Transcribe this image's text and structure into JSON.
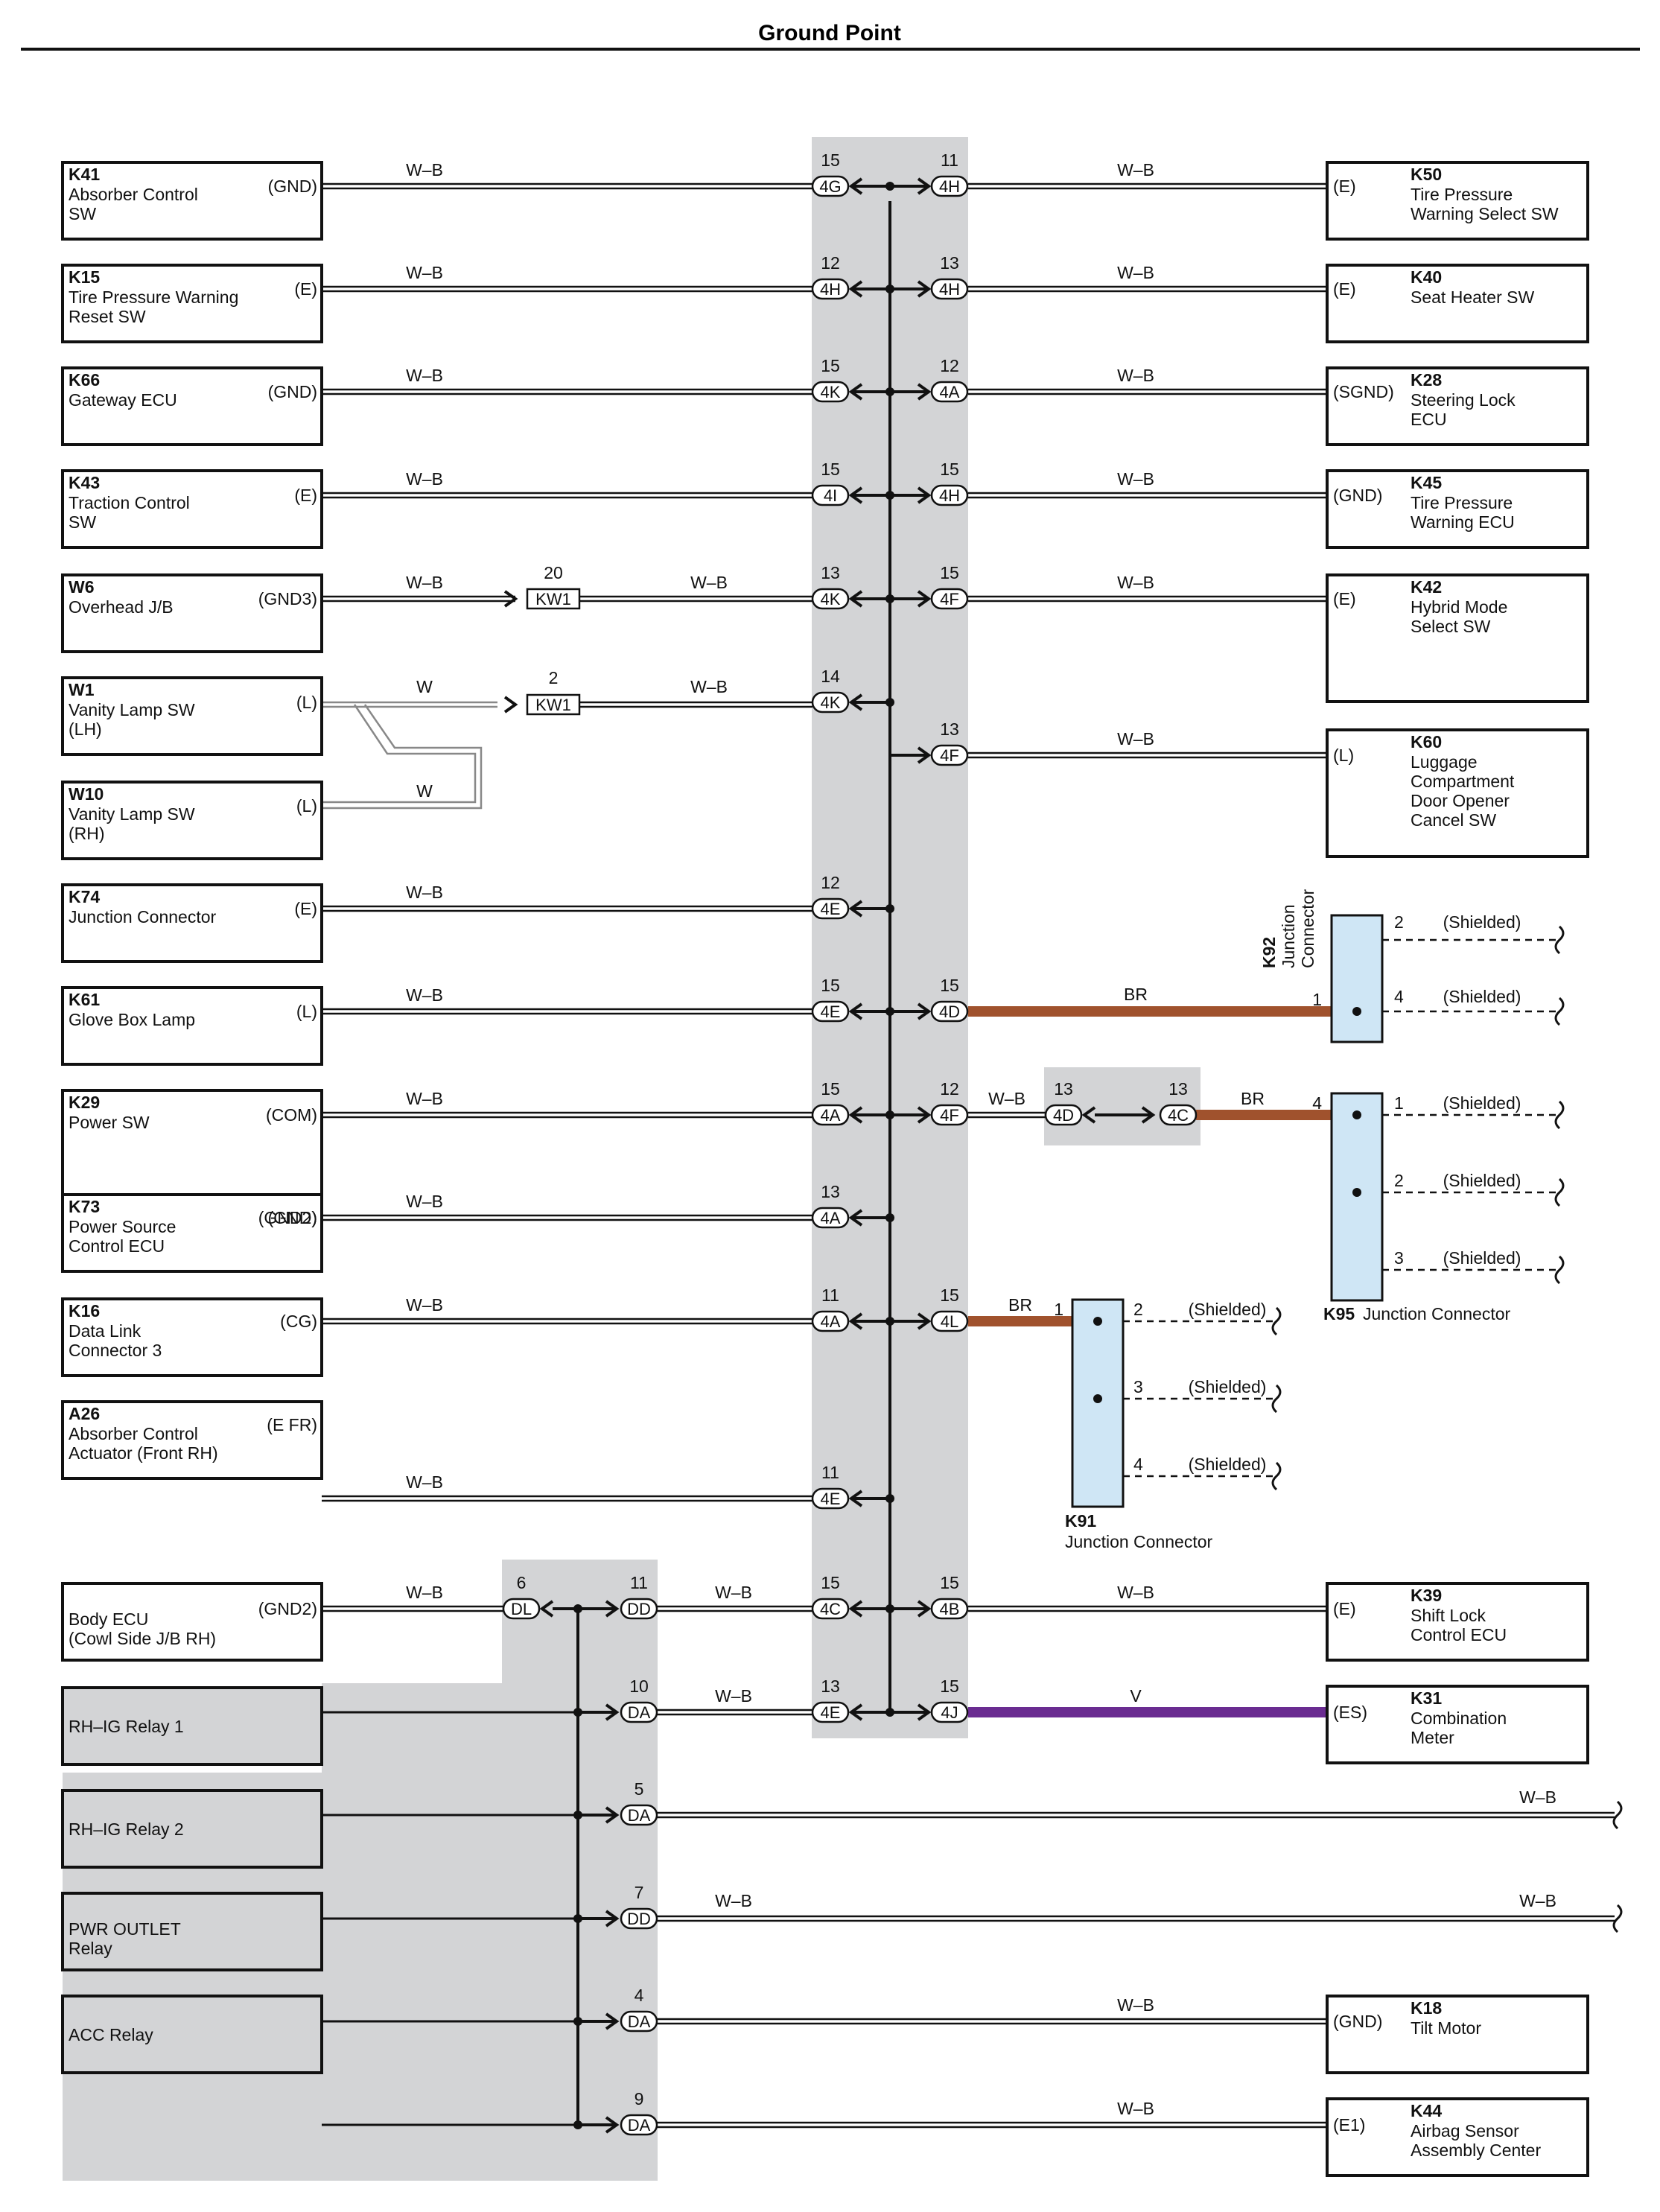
{
  "title": "Ground Point",
  "colors": {
    "band": "#d3d4d6",
    "box_blue": "#cfe6f5",
    "wire_br": "#a0522d",
    "wire_v": "#6a2c91"
  },
  "left_components": [
    {
      "code": "K41",
      "name": [
        "Absorber Control",
        "SW"
      ],
      "pin": "(GND)",
      "wire": "W–B",
      "shaded": false
    },
    {
      "code": "K15",
      "name": [
        "Tire Pressure Warning",
        "Reset SW"
      ],
      "pin": "(E)",
      "wire": "W–B",
      "shaded": false
    },
    {
      "code": "K66",
      "name": [
        "Gateway ECU"
      ],
      "pin": "(GND)",
      "wire": "W–B",
      "shaded": false
    },
    {
      "code": "K43",
      "name": [
        "Traction Control",
        "SW"
      ],
      "pin": "(E)",
      "wire": "W–B",
      "shaded": false
    },
    {
      "code": "W6",
      "name": [
        "Overhead J/B"
      ],
      "pin": "(GND3)",
      "wire": "W–B",
      "shaded": false
    },
    {
      "code": "W1",
      "name": [
        "Vanity Lamp SW",
        "(LH)"
      ],
      "pin": "(L)",
      "wire": "W",
      "shaded": false
    },
    {
      "code": "W10",
      "name": [
        "Vanity Lamp SW",
        "(RH)"
      ],
      "pin": "(L)",
      "wire": "W",
      "shaded": false
    },
    {
      "code": "K74",
      "name": [
        "Junction Connector"
      ],
      "pin": "(E)",
      "wire": "W–B",
      "shaded": false
    },
    {
      "code": "K61",
      "name": [
        "Glove Box Lamp"
      ],
      "pin": "(L)",
      "wire": "W–B",
      "shaded": false
    },
    {
      "code": "K29",
      "name": [
        "Power SW"
      ],
      "pin": "(COM)",
      "pin2": "(GND)",
      "wire": "W–B",
      "shaded": false
    },
    {
      "code": "K73",
      "name": [
        "Power Source",
        "Control ECU"
      ],
      "pin": "(GND2)",
      "wire": "W–B",
      "shaded": false
    },
    {
      "code": "K16",
      "name": [
        "Data Link",
        "Connector 3"
      ],
      "pin": "(CG)",
      "wire": "W–B",
      "shaded": false
    },
    {
      "code": "A26",
      "name": [
        "Absorber Control",
        "Actuator (Front RH)"
      ],
      "pin": "(E FR)",
      "wire": "W–B",
      "shaded": false
    },
    {
      "code": "",
      "name": [
        "Body ECU",
        "(Cowl Side J/B RH)"
      ],
      "pin": "(GND2)",
      "wire": "",
      "shaded": false
    },
    {
      "code": "",
      "name": [
        "RH–IG Relay 1"
      ],
      "pin": "",
      "wire": "",
      "shaded": true
    },
    {
      "code": "",
      "name": [
        "RH–IG Relay 2"
      ],
      "pin": "",
      "wire": "",
      "shaded": true
    },
    {
      "code": "",
      "name": [
        "PWR OUTLET",
        "Relay"
      ],
      "pin": "",
      "wire": "",
      "shaded": true
    },
    {
      "code": "",
      "name": [
        "ACC Relay"
      ],
      "pin": "",
      "wire": "",
      "shaded": true
    }
  ],
  "right_components": [
    {
      "code": "K50",
      "name": [
        "Tire Pressure",
        "Warning Select SW"
      ],
      "pin": "(E)",
      "wire": "W–B"
    },
    {
      "code": "K40",
      "name": [
        "Seat Heater SW"
      ],
      "pin": "(E)",
      "wire": "W–B"
    },
    {
      "code": "K28",
      "name": [
        "Steering Lock",
        "ECU"
      ],
      "pin": "(SGND)",
      "wire": "W–B"
    },
    {
      "code": "K45",
      "name": [
        "Tire Pressure",
        "Warning ECU"
      ],
      "pin": "(GND)",
      "wire": "W–B"
    },
    {
      "code": "K42",
      "name": [
        "Hybrid Mode",
        "Select SW"
      ],
      "pin": "(E)",
      "wire": "W–B"
    },
    {
      "code": "K60",
      "name": [
        "Luggage",
        "Compartment",
        "Door Opener",
        "Cancel SW"
      ],
      "pin": "(L)",
      "wire": "W–B"
    },
    {
      "code": "K39",
      "name": [
        "Shift Lock",
        "Control ECU"
      ],
      "pin": "(E)",
      "wire": "W–B"
    },
    {
      "code": "K31",
      "name": [
        "Combination",
        "Meter"
      ],
      "pin": "(ES)",
      "wire": "V"
    },
    {
      "code": "K18",
      "name": [
        "Tilt Motor"
      ],
      "pin": "(GND)",
      "wire": "W–B"
    },
    {
      "code": "K44",
      "name": [
        "Airbag Sensor",
        "Assembly Center"
      ],
      "pin": "(E1)",
      "wire": "W–B"
    }
  ],
  "connectors_left": [
    {
      "num": "15",
      "code": "4G"
    },
    {
      "num": "12",
      "code": "4H"
    },
    {
      "num": "15",
      "code": "4K"
    },
    {
      "num": "15",
      "code": "4I"
    },
    {
      "num": "13",
      "code": "4K"
    },
    {
      "num": "14",
      "code": "4K"
    },
    {
      "num": "12",
      "code": "4E"
    },
    {
      "num": "15",
      "code": "4E"
    },
    {
      "num": "15",
      "code": "4A"
    },
    {
      "num": "13",
      "code": "4A"
    },
    {
      "num": "11",
      "code": "4A"
    },
    {
      "num": "11",
      "code": "4E"
    },
    {
      "num": "15",
      "code": "4C"
    },
    {
      "num": "13",
      "code": "4E"
    }
  ],
  "connectors_right": [
    {
      "num": "11",
      "code": "4H"
    },
    {
      "num": "13",
      "code": "4H"
    },
    {
      "num": "12",
      "code": "4A"
    },
    {
      "num": "15",
      "code": "4H"
    },
    {
      "num": "15",
      "code": "4F"
    },
    {
      "num": "13",
      "code": "4F"
    },
    {
      "num": "15",
      "code": "4D"
    },
    {
      "num": "12",
      "code": "4F"
    },
    {
      "num": "15",
      "code": "4L"
    },
    {
      "num": "15",
      "code": "4B"
    },
    {
      "num": "15",
      "code": "4J"
    }
  ],
  "kw1": [
    {
      "num": "20",
      "code": "KW1"
    },
    {
      "num": "2",
      "code": "KW1"
    }
  ],
  "mid_connector": [
    {
      "num": "13",
      "code": "4D"
    },
    {
      "num": "13",
      "code": "4C"
    }
  ],
  "lower_connectors": {
    "dl": {
      "num": "6",
      "code": "DL"
    },
    "list": [
      {
        "num": "11",
        "code": "DD"
      },
      {
        "num": "10",
        "code": "DA"
      },
      {
        "num": "5",
        "code": "DA"
      },
      {
        "num": "7",
        "code": "DD"
      },
      {
        "num": "4",
        "code": "DA"
      },
      {
        "num": "9",
        "code": "DA"
      }
    ]
  },
  "junctions": {
    "k92": {
      "code": "K92",
      "name": [
        "Junction",
        "Connector"
      ],
      "in_pin": "1",
      "in_wire": "BR",
      "pins": [
        "2",
        "4"
      ]
    },
    "k95": {
      "code": "K95",
      "name": "Junction Connector",
      "in_pin": "4",
      "in_wire": "BR",
      "pins": [
        "1",
        "2",
        "3"
      ]
    },
    "k91": {
      "code": "K91",
      "name": "Junction Connector",
      "in_pin": "1",
      "in_wire": "BR",
      "pins": [
        "2",
        "3",
        "4"
      ]
    }
  },
  "shielded_label": "(Shielded)",
  "wire_labels": {
    "wb": "W–B",
    "w": "W",
    "br": "BR",
    "v": "V"
  }
}
